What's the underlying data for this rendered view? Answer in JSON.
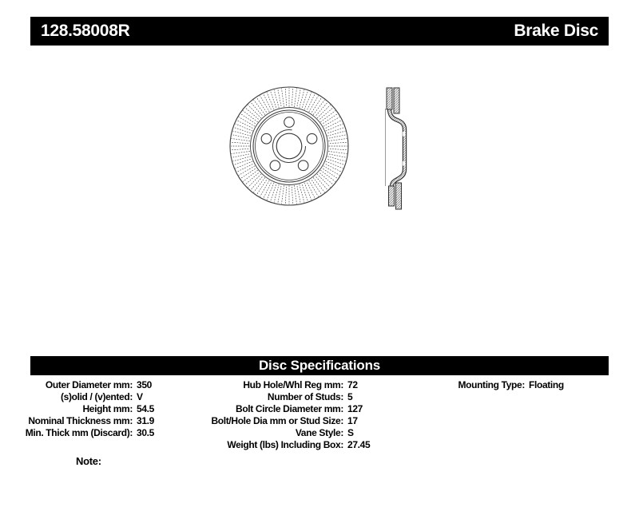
{
  "header": {
    "part_number": "128.58008R",
    "product_type": "Brake Disc",
    "bar_color": "#000000",
    "text_color": "#ffffff"
  },
  "spec_section": {
    "title": "Disc Specifications"
  },
  "specs": {
    "left": [
      {
        "label": "Outer Diameter mm:",
        "value": "350"
      },
      {
        "label": "(s)olid / (v)ented:",
        "value": "V"
      },
      {
        "label": "Height mm:",
        "value": "54.5"
      },
      {
        "label": "Nominal Thickness mm:",
        "value": "31.9"
      },
      {
        "label": "Min. Thick mm (Discard):",
        "value": "30.5"
      }
    ],
    "middle": [
      {
        "label": "Hub Hole/Whl Reg mm:",
        "value": "72"
      },
      {
        "label": "Number of Studs:",
        "value": "5"
      },
      {
        "label": "Bolt Circle Diameter mm:",
        "value": "127"
      },
      {
        "label": "Bolt/Hole Dia mm or Stud Size:",
        "value": "17"
      },
      {
        "label": "Vane Style:",
        "value": "S"
      },
      {
        "label": "Weight (lbs) Including Box:",
        "value": "27.45"
      }
    ],
    "right": [
      {
        "label": "Mounting Type:",
        "value": "Floating"
      }
    ]
  },
  "note": {
    "label": "Note:"
  },
  "drawings": {
    "front_view_icon": "brake-disc-front-view",
    "cross_section_icon": "brake-disc-cross-section",
    "line_color": "#3c3c3c"
  }
}
